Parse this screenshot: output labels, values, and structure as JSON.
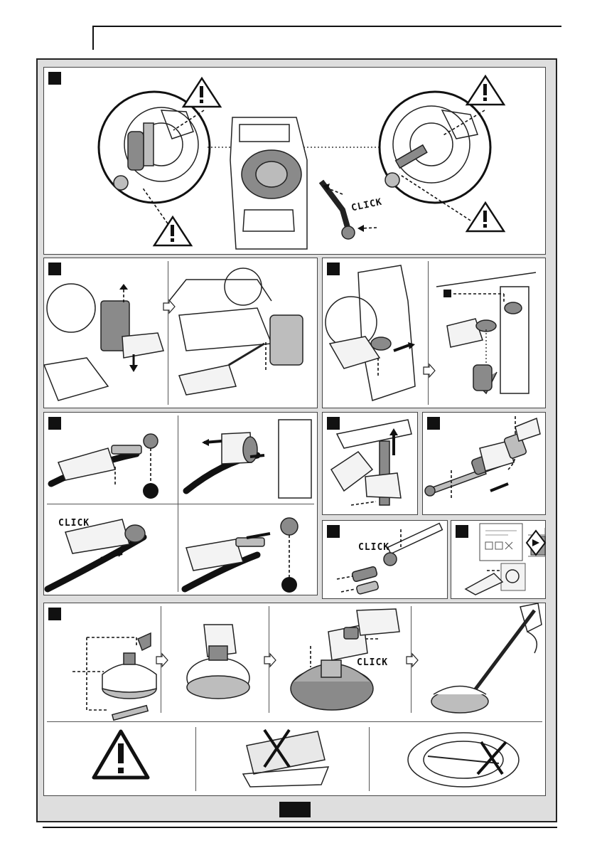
{
  "click_labels": {
    "panel1": "CLICK",
    "panel3_left": "CLICK",
    "panel6": "CLICK",
    "panel8": "CLICK"
  },
  "icons": {
    "warning": "warning-triangle-icon",
    "arrow_next": "arrow-right-outline-icon",
    "no_use": "cross-out-icon"
  },
  "colors": {
    "page_bg": "#dedede",
    "panel_bg": "#ffffff",
    "ink": "#111111",
    "gray_part": "#8a8a8a"
  }
}
